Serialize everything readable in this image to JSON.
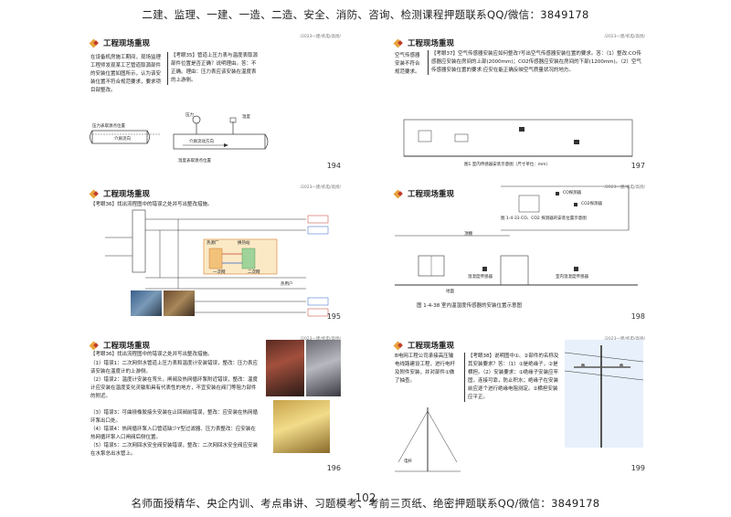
{
  "banner_top": "二建、监理、一建、一造、二造、安全、消防、咨询、检测课程押题联系QQ/微信：3849178",
  "banner_bottom": "名师面授精华、央企内训、考点串讲、习题模考、考前三页纸、绝密押题联系QQ/微信：3849178",
  "page_number": "102",
  "course_tag": "/2023一建/机电/高扬/",
  "section_title": "工程现场重现",
  "cards": [
    {
      "number": "194",
      "left_text": "在设备机房施工期间，现场监理工程师发现某工艺管道取源部件的安装位置如图所示，认为该安装位置不符合规范要求，要求项目部整改。",
      "right_text": "【考眼35】管道上压力表与温度表取源部件位置是否正确？说明理由。答：不正确。理由：压力表应该安装在温度表的上游侧。",
      "labels": [
        "压力表取源点位置",
        "介质流向",
        "压力",
        "温度",
        "介质流动方向",
        "温度表取源点位置"
      ]
    },
    {
      "number": "195",
      "text": "【考眼36】找出流程图中的错误之处并写出整改措施。",
      "labels": [
        "热源厂",
        "换热站",
        "二次网",
        "一次网",
        "热用户"
      ]
    },
    {
      "number": "196",
      "text": "【考眼36】找出流程图中的错误之处并写出整改措施。",
      "items": [
        "（1）错误1：二次网供水管道上压力表和温度计安装错误，整改：压力表应该安装在温度计的上游侧。",
        "（2）错误2：温度计安装在弯头，闸阀及热网循环泵附近错误，整改：温度计应安装在温度变化灵敏和具有代表性的地方，不宜安装在阀门等阻力部件的附近。",
        "（3）错误3：可曲挠橡胶接头安装在止回阀前错误，整改：应安装在热网循环泵出口处。",
        "（4）错误4：热网循环泵入口管道缺少Y型过滤器、压力表整改：应安装在热网循环泵入口闸阀后侧位置。",
        "（5）错误5：二次网回水安全阀安装错误，整改：二次网回水安全阀应安装在水泵总出水管上。"
      ]
    },
    {
      "number": "197",
      "left_text": "空气传感器安装不符合规范要求。",
      "right_text": "【考眼37】空气传感器安装应如何整改?写出空气传感器安装位置的要求。答：（1）整改:CO传感器应安装在房间的上部(2000mm)；CO2传感器应安装在房间的下部(1200mm)。（2）空气传感器安装位置的要求:应安在能正确反映空气质量状况的地方。",
      "caption": "图1 室内传感器安装示意图（尺寸单位：mm）"
    },
    {
      "number": "198",
      "caption_top": "图 1-4-33 CO、CO2 探测器的安装位置示意图",
      "caption_bottom": "图 1-4-38 室内温湿度传感器的安装位置示意图",
      "labels": [
        "顶棚",
        "CO探测器",
        "CO2探测器",
        "地面",
        "温湿度传感器",
        "室内温湿度传感器"
      ]
    },
    {
      "number": "199",
      "left_text": "B电网工程公司承接高压输电线路建设工程，进行电杆及附件安装，并对部件①做了抽查。",
      "right_text": "【考眼38】说明图中①、②部件的名称及其安装要求？答：（1）①是绝缘子，②是横担。（2）安装要求：①绝缘子安装应牢固，连接可靠，防止积水；绝缘子在安装前应逐个进行绝缘电阻测定。②横担安装应平正。",
      "labels": [
        "电杆"
      ]
    }
  ]
}
